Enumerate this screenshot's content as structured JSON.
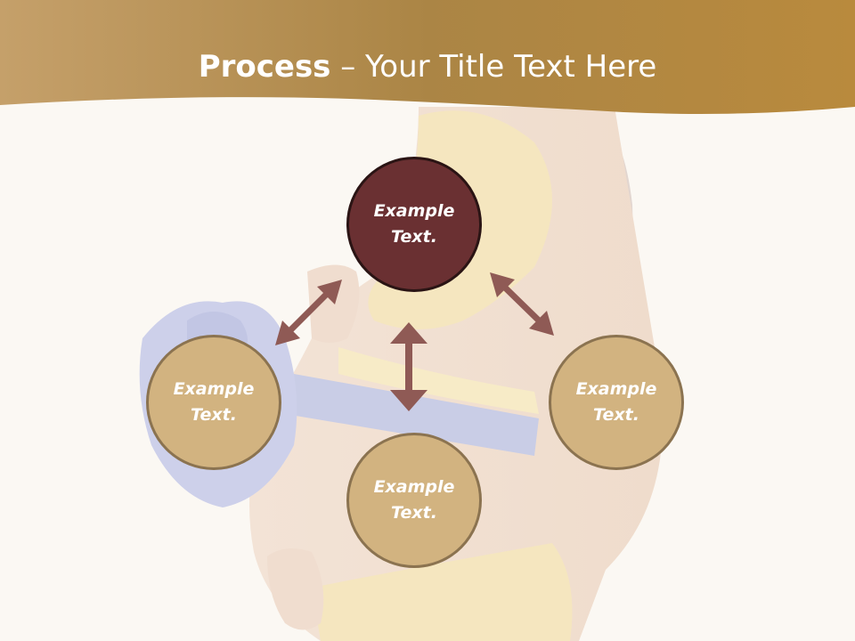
{
  "title": {
    "bold": "Process",
    "rest": " – Your Title Text Here"
  },
  "nodes": {
    "top": "Example Text.",
    "left": "Example Text.",
    "right": "Example Text.",
    "bottom": "Example Text."
  },
  "colors": {
    "header": "#b08840",
    "center_node": "#6a3032",
    "outer_node": "#d2b380",
    "arrow": "#8f5a55"
  }
}
